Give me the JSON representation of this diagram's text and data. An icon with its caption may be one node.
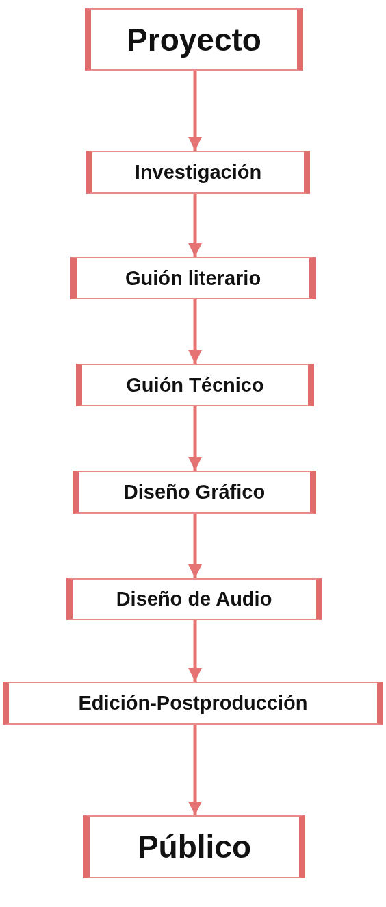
{
  "diagram": {
    "nodes": [
      {
        "text": [
          "Proyecto"
        ]
      },
      {
        "text": [
          "Investigación"
        ]
      },
      {
        "text": [
          "Guión literario"
        ]
      },
      {
        "text": [
          "Guión Técnico"
        ]
      },
      {
        "text": [
          "Diseño Gráfico"
        ]
      },
      {
        "text": [
          "Diseño de Audio"
        ]
      },
      {
        "text": [
          "Edición-Postproducción"
        ]
      },
      {
        "text": [
          "Público"
        ]
      }
    ],
    "edges": [
      {
        "from": 0,
        "to": 1,
        "arrow": "to"
      },
      {
        "from": 1,
        "to": 2,
        "arrow": "to"
      },
      {
        "from": 2,
        "to": 3,
        "arrow": "to"
      },
      {
        "from": 3,
        "to": 4,
        "arrow": "to"
      },
      {
        "from": 4,
        "to": 5,
        "arrow": "to"
      },
      {
        "from": 5,
        "to": 6,
        "arrow": "to"
      },
      {
        "from": 6,
        "to": 7,
        "arrow": "to"
      }
    ]
  }
}
